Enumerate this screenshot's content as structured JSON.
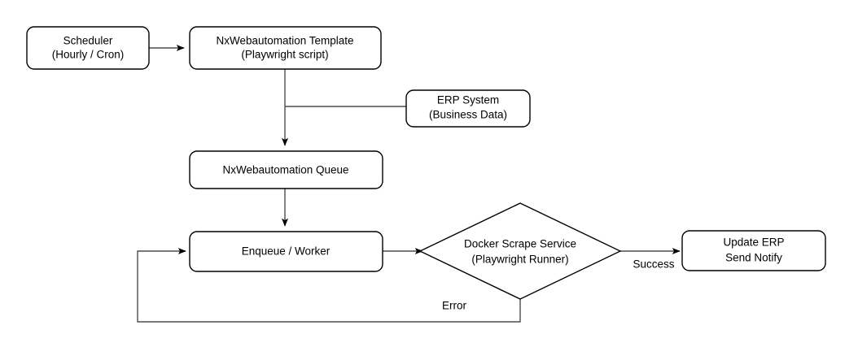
{
  "diagram": {
    "title": "NxWebautomation scraping pipeline flowchart",
    "background_color": "#ffffff",
    "line_color": "#4d4d4d",
    "shape_stroke_color": "#000000",
    "text_color": "#000000",
    "nodes": [
      {
        "id": "scheduler",
        "shape": "rounded-rect",
        "lines": [
          "Scheduler",
          "(Hourly / Cron)"
        ]
      },
      {
        "id": "template",
        "shape": "rounded-rect",
        "lines": [
          "NxWebautomation Template",
          "(Playwright script)"
        ]
      },
      {
        "id": "erp-system",
        "shape": "rounded-rect",
        "lines": [
          "ERP System",
          "(Business Data)"
        ]
      },
      {
        "id": "queue",
        "shape": "rounded-rect",
        "lines": [
          "NxWebautomation Queue"
        ]
      },
      {
        "id": "enqueue-worker",
        "shape": "rounded-rect",
        "lines": [
          "Enqueue / Worker"
        ]
      },
      {
        "id": "docker-scrape-service",
        "shape": "diamond",
        "lines": [
          "Docker Scrape Service",
          "(Playwright Runner)"
        ]
      },
      {
        "id": "update-erp",
        "shape": "rounded-rect",
        "lines": [
          "Update ERP",
          "Send Notify"
        ]
      }
    ],
    "edges": [
      {
        "id": "scheduler-to-template",
        "from": "scheduler",
        "to": "template",
        "label": ""
      },
      {
        "id": "template-to-queue",
        "from": "template",
        "to": "queue",
        "label": ""
      },
      {
        "id": "erp-to-template-line",
        "from": "erp-system",
        "to": "template-queue-line",
        "label": ""
      },
      {
        "id": "queue-to-worker",
        "from": "queue",
        "to": "enqueue-worker",
        "label": ""
      },
      {
        "id": "worker-to-scrape",
        "from": "enqueue-worker",
        "to": "docker-scrape-service",
        "label": ""
      },
      {
        "id": "scrape-to-update-erp",
        "from": "docker-scrape-service",
        "to": "update-erp",
        "label": "Success"
      },
      {
        "id": "scrape-error-loop",
        "from": "docker-scrape-service",
        "to": "enqueue-worker",
        "label": "Error"
      }
    ]
  }
}
